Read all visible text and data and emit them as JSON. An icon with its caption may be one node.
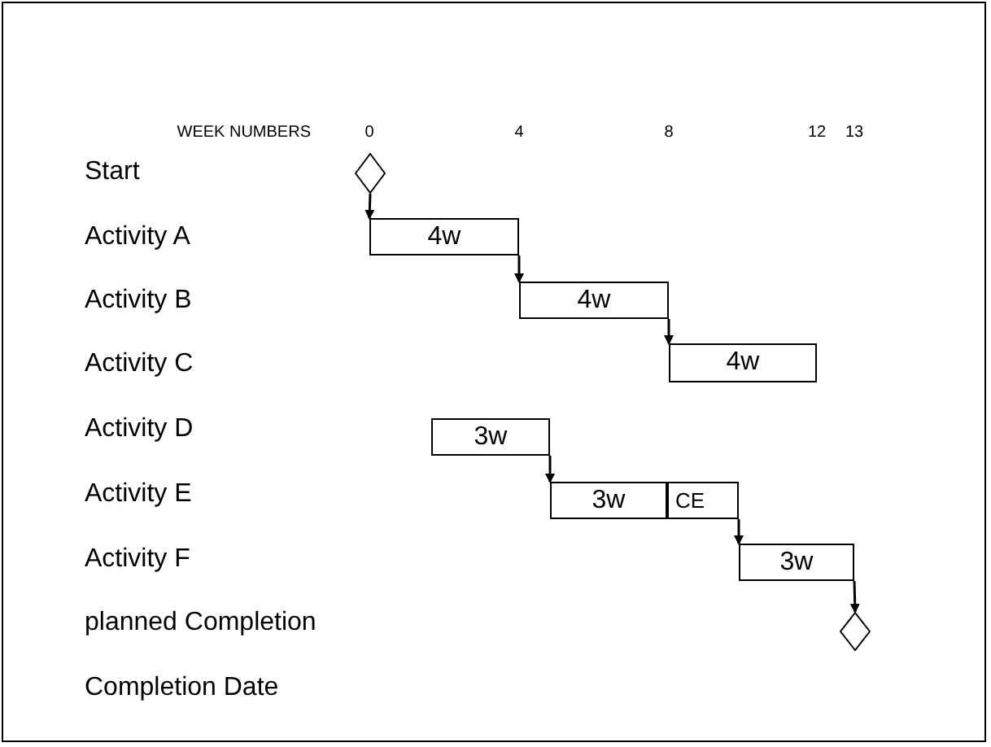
{
  "diagram": {
    "nodes": [
      {
        "text": [],
        "shape": "diamond"
      },
      {
        "text": [
          "4w"
        ]
      },
      {
        "text": [
          "4w"
        ]
      },
      {
        "text": [
          "4w"
        ]
      },
      {
        "text": [
          "3w"
        ]
      },
      {
        "text": [
          "3w"
        ]
      },
      {
        "text": [
          "CE"
        ]
      },
      {
        "text": [
          "3w"
        ]
      },
      {
        "text": [],
        "shape": "diamond"
      }
    ],
    "edges": [
      {
        "from": 0,
        "to": 1,
        "arrow": "to"
      },
      {
        "from": 1,
        "to": 2,
        "arrow": "to"
      },
      {
        "from": 2,
        "to": 3,
        "arrow": "to"
      },
      {
        "from": 4,
        "to": 5,
        "arrow": "to"
      },
      {
        "from": 6,
        "to": 7,
        "arrow": "to"
      },
      {
        "from": 7,
        "to": 8,
        "arrow": "to"
      }
    ],
    "labels": [
      "WEEK NUMBERS",
      "0",
      "4",
      "8",
      "12",
      "13",
      "Start",
      "Activity A",
      "Activity B",
      "Activity C",
      "Activity D",
      "Activity E",
      "Activity F",
      "planned Completion",
      "Completion Date"
    ]
  }
}
